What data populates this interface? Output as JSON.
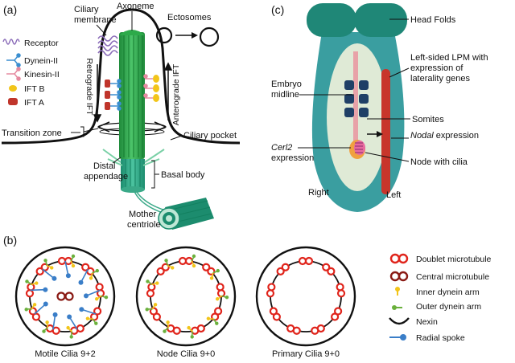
{
  "panels": {
    "a": "(a)",
    "b": "(b)",
    "c": "(c)"
  },
  "panel_a": {
    "ciliary_membrane": [
      "Ciliary",
      "membrane"
    ],
    "axoneme": "Axoneme",
    "ectosomes": "Ectosomes",
    "legend": [
      {
        "label": "Receptor",
        "icon": "receptor-icon",
        "color": "#8a6bb8"
      },
      {
        "label": "Dynein-II",
        "icon": "dynein-icon",
        "color": "#3a8ed0"
      },
      {
        "label": "Kinesin-II",
        "icon": "kinesin-icon",
        "color": "#e58aa0"
      },
      {
        "label": "IFT B",
        "icon": "ift-b-icon",
        "color": "#f2c51a"
      },
      {
        "label": "IFT A",
        "icon": "ift-a-icon",
        "color": "#c0352b"
      }
    ],
    "retrograde": "Retrograde IFT",
    "anterograde": "Anterograde IFT",
    "transition_zone": "Transition zone",
    "ciliary_pocket": "Ciliary pocket",
    "basal_body": "Basal body",
    "distal_appendage": [
      "Distal",
      "appendage"
    ],
    "mother_centriole": [
      "Mother",
      "centriole"
    ],
    "axoneme_color": "#2daa4a"
  },
  "panel_b": {
    "cilia": [
      {
        "label": "Motile Cilia 9+2",
        "central_pair": true,
        "dynein_arms": true,
        "radial_spokes": true
      },
      {
        "label": "Node Cilia 9+0",
        "central_pair": false,
        "dynein_arms": true,
        "radial_spokes": false
      },
      {
        "label": "Primary Cilia 9+0",
        "central_pair": false,
        "dynein_arms": false,
        "radial_spokes": false
      }
    ],
    "legend": [
      {
        "label": "Doublet microtubule",
        "icon": "doublet-microtubule-icon",
        "color": "#e0241b"
      },
      {
        "label": "Central microtubule",
        "icon": "central-microtubule-icon",
        "color": "#8a1a14"
      },
      {
        "label": "Inner dynein arm",
        "icon": "inner-dynein-arm-icon",
        "color": "#f2c51a"
      },
      {
        "label": "Outer dynein arm",
        "icon": "outer-dynein-arm-icon",
        "color": "#6ab03c"
      },
      {
        "label": "Nexin",
        "icon": "nexin-icon",
        "color": "#111111"
      },
      {
        "label": "Radial spoke",
        "icon": "radial-spoke-icon",
        "color": "#3a7ec8"
      }
    ]
  },
  "panel_c": {
    "head_folds": "Head Folds",
    "lpm": [
      "Left-sided LPM with",
      "expression of",
      "laterality genes"
    ],
    "midline": [
      "Embryo",
      "midline"
    ],
    "somites": "Somites",
    "nodal_italic": "Nodal",
    "nodal_rest": " expression",
    "node": "Node with cilia",
    "cerl2_italic": "Cerl2",
    "cerl2_rest": "expression",
    "right": "Right",
    "left": "Left",
    "embryo_color": "#3a9ea0",
    "head_color": "#1f8777",
    "lpm_color": "#c8352b"
  }
}
